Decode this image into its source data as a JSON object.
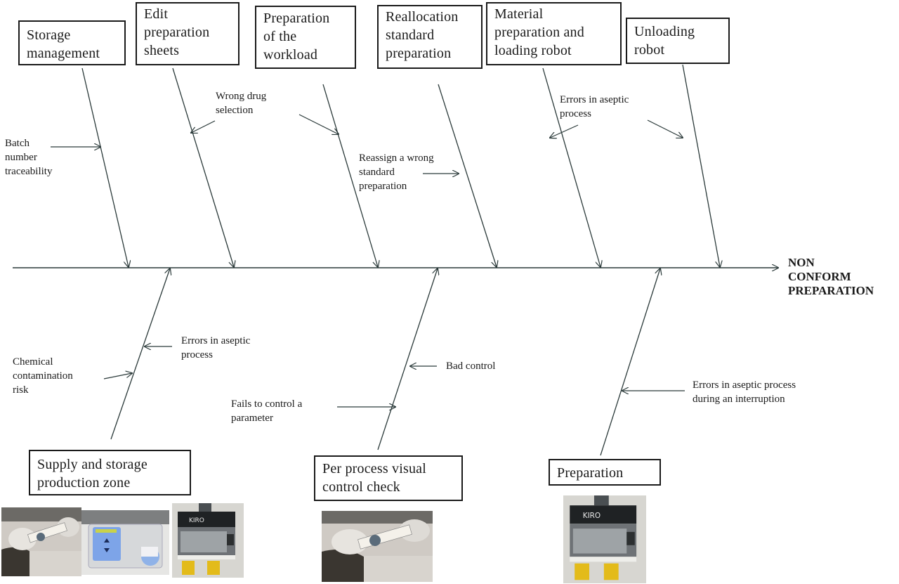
{
  "diagram": {
    "type": "fishbone",
    "effect": "NON\nCONFORM\nPREPARATION",
    "top_categories": [
      {
        "label": "Storage\nmanagement",
        "causes": [
          "Batch\nnumber\ntraceability"
        ]
      },
      {
        "label": "Edit\npreparation\nsheets",
        "causes": [
          "Wrong drug\nselection"
        ]
      },
      {
        "label": "Preparation\nof the\nworkload",
        "causes": [
          "Wrong drug\nselection"
        ]
      },
      {
        "label": "Reallocation\nstandard\npreparation",
        "causes": [
          "Reassign a wrong\nstandard\npreparation"
        ]
      },
      {
        "label": "Material\npreparation and\nloading robot",
        "causes": [
          "Errors in aseptic\nprocess"
        ]
      },
      {
        "label": "Unloading\nrobot",
        "causes": [
          "Errors in aseptic\nprocess"
        ]
      }
    ],
    "bottom_categories": [
      {
        "label": "Supply and storage\nproduction zone",
        "causes": [
          "Errors in aseptic\nprocess",
          "Chemical\ncontamination\nrisk"
        ]
      },
      {
        "label": "Per process visual\ncontrol check",
        "causes": [
          "Bad control",
          "Fails to control a\nparameter"
        ]
      },
      {
        "label": "Preparation",
        "causes": [
          "Errors in aseptic process\nduring an interruption"
        ]
      }
    ],
    "photos": [
      {
        "name": "syringe-photo",
        "description": "gloved hands holding syringe"
      },
      {
        "name": "pump-photo",
        "description": "peristaltic pump device"
      },
      {
        "name": "robot-photo",
        "description": "KIRO compounding robot"
      },
      {
        "name": "syringe-photo",
        "description": "gloved hands holding syringe"
      },
      {
        "name": "robot-photo",
        "description": "KIRO compounding robot"
      }
    ],
    "colors": {
      "line": "#2b3a3a",
      "text": "#1a1a1a",
      "box_border": "#1a1a1a"
    }
  }
}
